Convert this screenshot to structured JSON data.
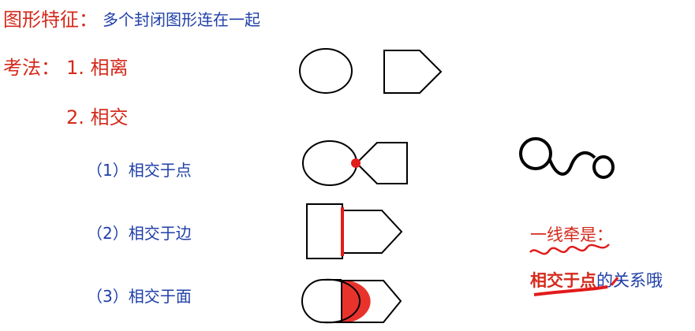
{
  "heading": {
    "label": "图形特征：",
    "value": "多个封闭图形连在一起"
  },
  "method": {
    "label": "考法：",
    "item1": "1. 相离",
    "item2": "2. 相交",
    "sub1": "（1）相交于点",
    "sub2": "（2）相交于边",
    "sub3": "（3）相交于面"
  },
  "note": {
    "line1": "一线牵是：",
    "bold": "相交于点",
    "rest": "的关系哦"
  },
  "colors": {
    "red": "#d42a1c",
    "blue": "#1f3fa8",
    "black": "#000000"
  }
}
